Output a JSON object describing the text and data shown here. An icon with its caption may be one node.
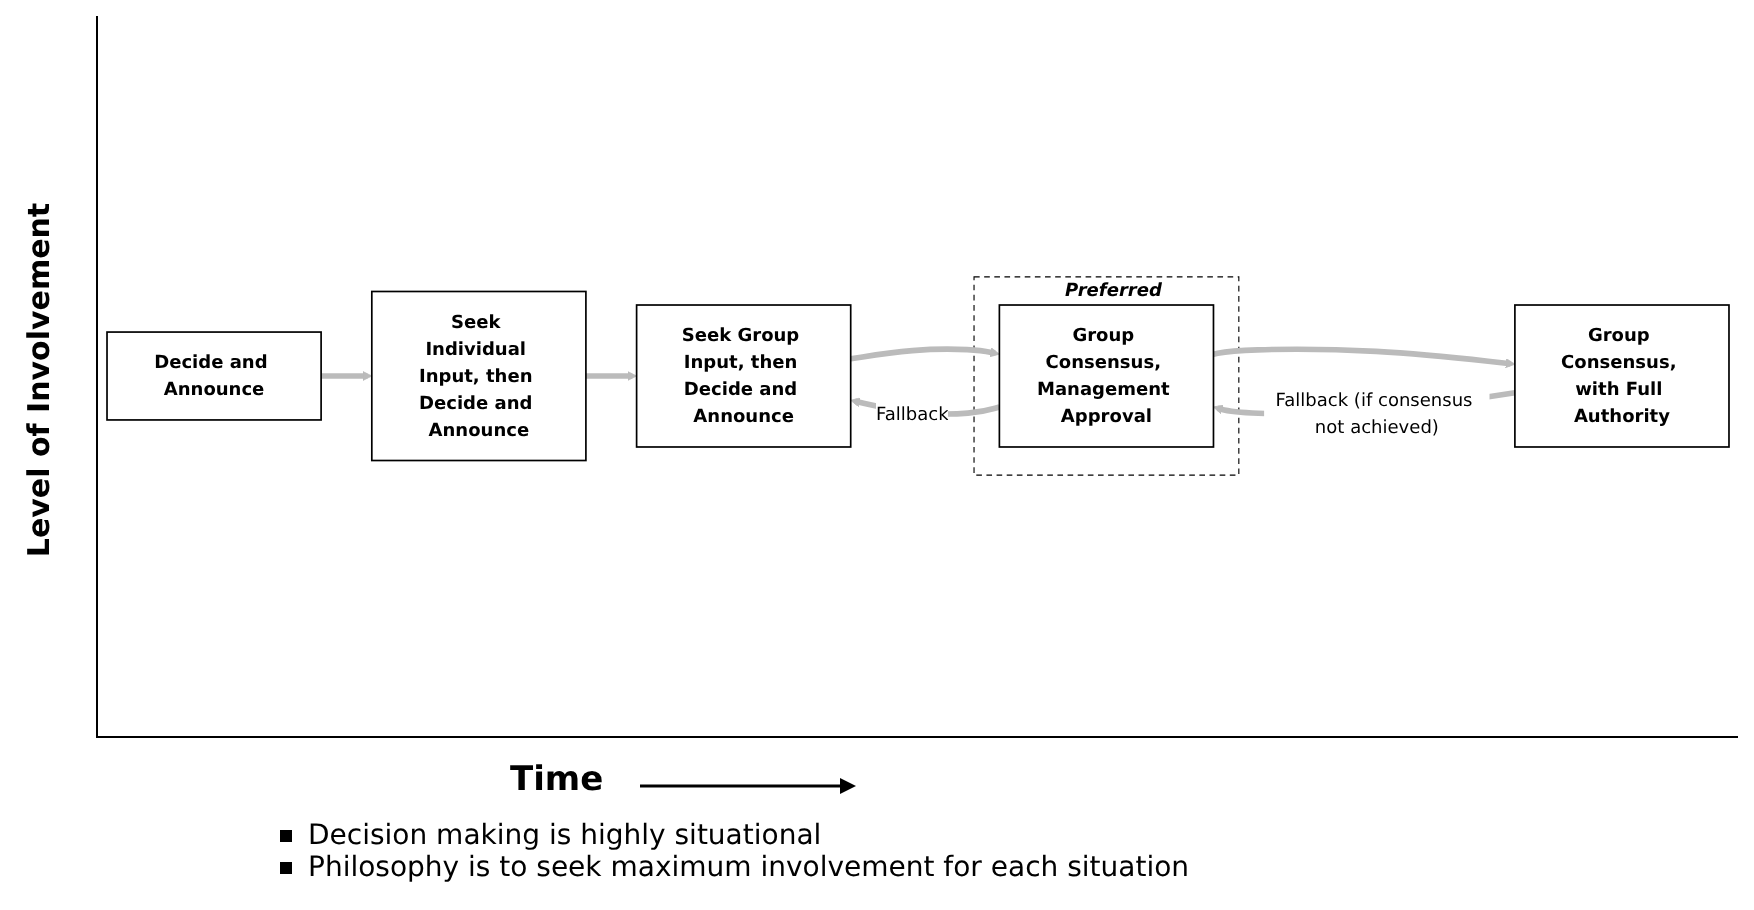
{
  "diagram": {
    "nodes": [
      {
        "text": [
          "Decide and Announce"
        ]
      },
      {
        "text": [
          "Seek Individual Input, then Decide and Announce"
        ]
      },
      {
        "text": [
          "Seek Group Input, then Decide and Announce"
        ]
      },
      {
        "text": [
          "Preferred"
        ]
      },
      {
        "text": [
          "Group Consensus, Management Approval"
        ],
        "in": 3
      },
      {
        "text": [
          "Group Consensus, with Full Authority"
        ]
      }
    ],
    "edges": [
      {
        "from": 0,
        "to": 1,
        "arrow": "to"
      },
      {
        "from": 1,
        "to": 2,
        "arrow": "to"
      },
      {
        "from": 2,
        "to": 4,
        "arrow": "to"
      },
      {
        "from": 4,
        "to": 5,
        "arrow": "to"
      },
      {
        "from": 5,
        "to": 4,
        "arrow": "to",
        "label": "Fallback (if consensus not achieved)"
      },
      {
        "from": 4,
        "to": 2,
        "arrow": "to",
        "label": "Fallback"
      }
    ],
    "labels": [
      "Level of Involvement",
      "Time",
      "Decision making is highly situational",
      "Philosophy is to seek maximum involvement for each situation"
    ]
  }
}
